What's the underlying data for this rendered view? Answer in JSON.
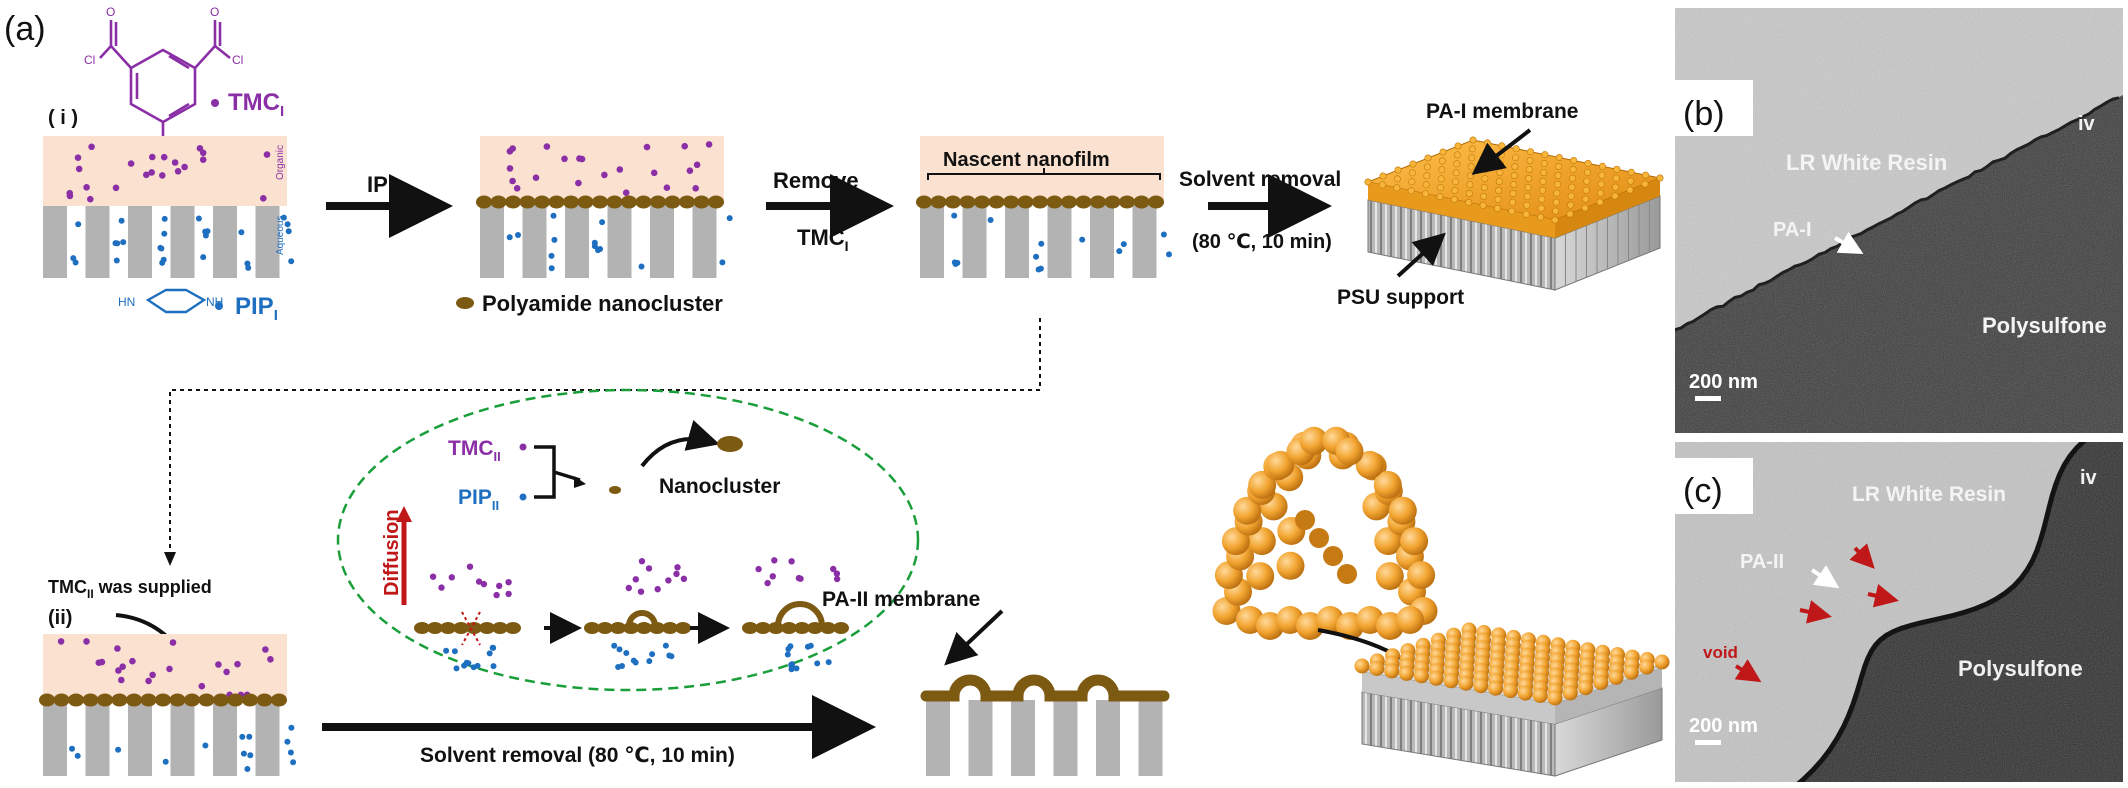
{
  "colors": {
    "purple": "#8b2fa6",
    "blue": "#1f6fc0",
    "brown": "#7d5a12",
    "organic_bg": "#fbe1d0",
    "pillar": "#b3b3b3",
    "orange": "#f0a21e",
    "green_dash": "#1a9e3a",
    "red": "#c01818"
  },
  "panel_a": {
    "label": "(a)",
    "step_i": "( i )",
    "step_ii": "(ii)",
    "tmc_label": "TMC",
    "tmc_sub_i": "I",
    "pip_label": "PIP",
    "pip_sub_i": "I",
    "acyl_atom": "Cl",
    "carbonyl_atom": "O",
    "amine_atom": "HN",
    "amine_atom2": "NH",
    "organic": "Organic",
    "aqueous": "Aqueous",
    "ip": "IP",
    "polyamide_nanocluster": "Polyamide nanocluster",
    "remove": "Remove",
    "remove_tmc": "TMC",
    "remove_tmc_sub": "I",
    "nascent_nanofilm": "Nascent nanofilm",
    "solvent_removal": "Solvent removal",
    "solvent_condition": "(80 ℃, 10 min)",
    "pa1_membrane": "PA-I membrane",
    "psu_support": "PSU support",
    "tmc2_supplied_pre": "TMC",
    "tmc2_supplied_sub": "II",
    "tmc2_supplied_post": " was supplied",
    "tmc_ii": "TMC",
    "tmc_ii_sub": "II",
    "pip_ii": "PIP",
    "pip_ii_sub": "II",
    "nanocluster": "Nanocluster",
    "diffusion": "Diffusion",
    "solvent_removal_bottom": "Solvent removal (80 ℃, 10 min)",
    "pa2_membrane": "PA-II membrane"
  },
  "panel_b": {
    "label": "(b)",
    "corner": "iv",
    "resin": "LR White Resin",
    "layer": "PA-I",
    "support": "Polysulfone",
    "scale": "200 nm"
  },
  "panel_c": {
    "label": "(c)",
    "corner": "iv",
    "resin": "LR White Resin",
    "layer": "PA-II",
    "void": "void",
    "support": "Polysulfone",
    "scale": "200 nm"
  }
}
